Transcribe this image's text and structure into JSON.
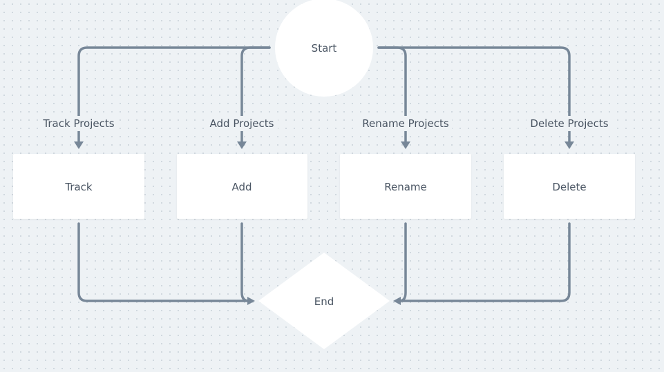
{
  "diagram": {
    "nodes": {
      "start": "Start",
      "track": "Track",
      "add": "Add",
      "rename": "Rename",
      "delete": "Delete",
      "end": "End"
    },
    "edge_labels": {
      "track": "Track Projects",
      "add": "Add Projects",
      "rename": "Rename Projects",
      "delete": "Delete Projects"
    }
  }
}
